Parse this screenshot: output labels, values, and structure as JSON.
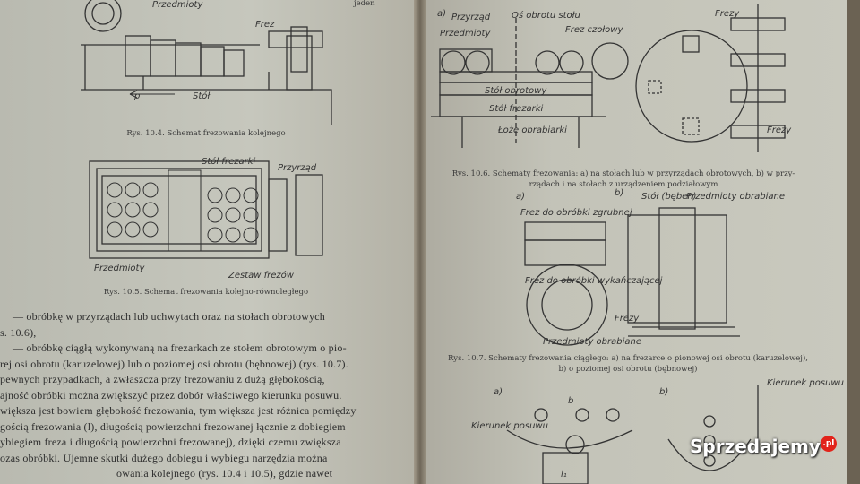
{
  "left_page": {
    "top_fragment": "jeden",
    "fig_10_4": {
      "labels": {
        "workpieces": "Przedmioty",
        "cutter": "Frez",
        "table": "Stół",
        "feed": "p"
      },
      "caption": "Rys. 10.4. Schemat frezowania kolejnego"
    },
    "fig_10_5": {
      "labels": {
        "table": "Stół frezarki",
        "fixture": "Przyrząd",
        "workpieces": "Przedmioty",
        "cutter_set": "Zestaw frezów"
      },
      "caption": "Rys. 10.5. Schemat frezowania kolejno-równoległego"
    },
    "body_lines": [
      "— obróbkę w przyrządach lub uchwytach oraz na stołach obrotowych",
      "s. 10.6),",
      "— obróbkę ciągłą wykonywaną na frezarkach ze stołem obrotowym o pio-",
      "rej osi obrotu (karuzelowej) lub o poziomej osi obrotu (bębnowej) (rys. 10.7).",
      "pewnych przypadkach, a zwłaszcza przy frezowaniu z dużą głębokością,",
      "ajność obróbki można zwiększyć przez dobór właściwego kierunku posuwu.",
      "większa jest bowiem głębokość frezowania, tym większa jest różnica pomiędzy",
      "gością frezowania (l), długością powierzchni frezowanej łącznie z dobiegiem",
      "ybiegiem freza i długością powierzchni frezowanej), dzięki czemu zwiększa",
      "ozas obróbki. Ujemne skutki dużego dobiegu i wybiegu narzędzia można",
      "      owania kolejnego (rys. 10.4 i 10.5), gdzie nawet"
    ]
  },
  "right_page": {
    "fig_10_6": {
      "labels": {
        "a": "a)",
        "fixture": "Przyrząd",
        "axis": "Oś obrotu stołu",
        "workpieces": "Przedmioty",
        "cutter": "Frez czołowy",
        "rot_table": "Stół obrotowy",
        "mill_table": "Stół frezarki",
        "bed": "Łoże obrabiarki",
        "cutters": "Frezy",
        "cutters2": "Frezy"
      },
      "caption_line1": "Rys. 10.6. Schematy frezowania: a) na stołach lub w przyrządach obrotowych, b) w przy-",
      "caption_line2": "rządach i na stołach z urządzeniem podziałowym"
    },
    "fig_10_7": {
      "labels": {
        "a": "a)",
        "b": "b)",
        "rough": "Frez do obróbki zgrubnej",
        "table": "Stół (bęben)",
        "workpieces": "Przedmioty obrabiane",
        "finish": "Frez do obróbki wykańczającej",
        "cutters": "Frezy",
        "workpieces2": "Przedmioty obrabiane"
      },
      "caption_line1": "Rys. 10.7. Schematy frezowania ciągłego: a) na frezarce o pionowej osi obrotu (karuzelowej),",
      "caption_line2": "b) o poziomej osi obrotu (bębnowej)"
    },
    "fig_10_8": {
      "labels": {
        "a": "a)",
        "b": "b)",
        "dim": "b",
        "feed_dir": "Kierunek posuwu",
        "feed_dir2": "Kierunek posuwu",
        "l": "l₁"
      }
    }
  },
  "watermark": {
    "text": "Sprzedajemy",
    "badge": ".pl"
  }
}
